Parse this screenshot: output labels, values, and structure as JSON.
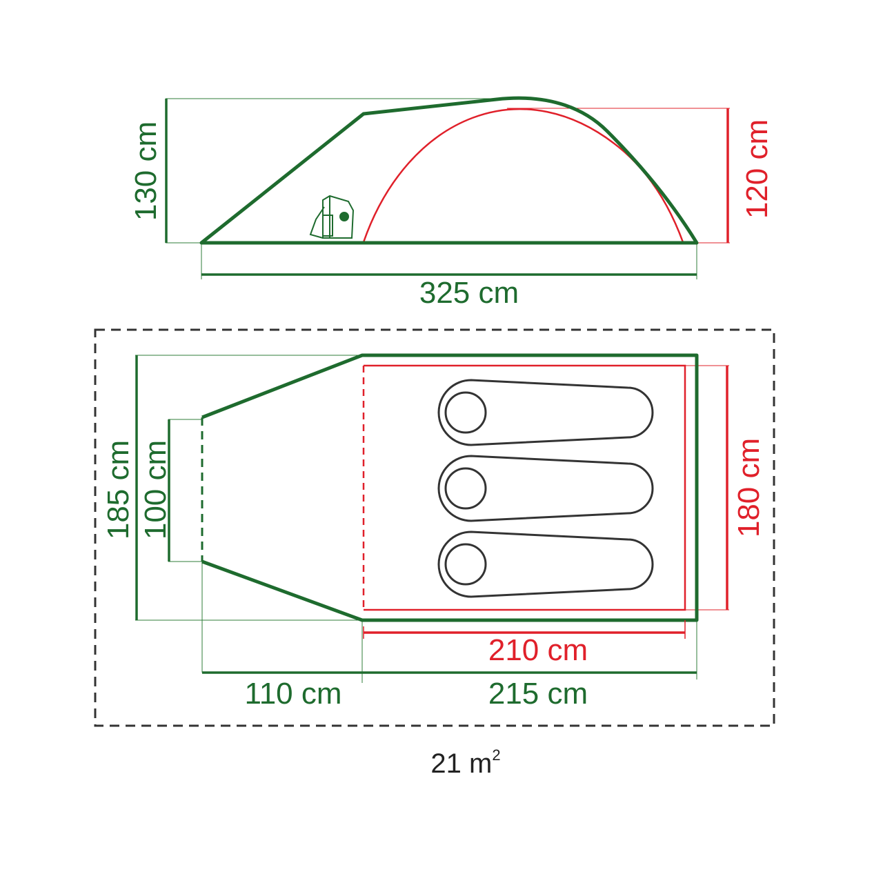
{
  "colors": {
    "outer": "#1e6b2e",
    "inner": "#e0202a",
    "dim_green": "#2f7d3a",
    "ink": "#333333",
    "background": "#ffffff"
  },
  "side_view": {
    "outer_height_label": "130 cm",
    "inner_height_label": "120 cm",
    "length_label": "325 cm",
    "icon": "backpack-icon"
  },
  "floor_plan": {
    "outer_width_label": "185 cm",
    "entrance_width_label": "100 cm",
    "inner_width_label": "180 cm",
    "inner_length_label": "210 cm",
    "porch_length_label": "110 cm",
    "bedroom_length_label": "215 cm",
    "sleeping_bags": 3,
    "sleeping_bag_icon": "sleeping-bag-icon"
  },
  "footprint": {
    "area_number": "21 m",
    "area_superscript": "2"
  }
}
